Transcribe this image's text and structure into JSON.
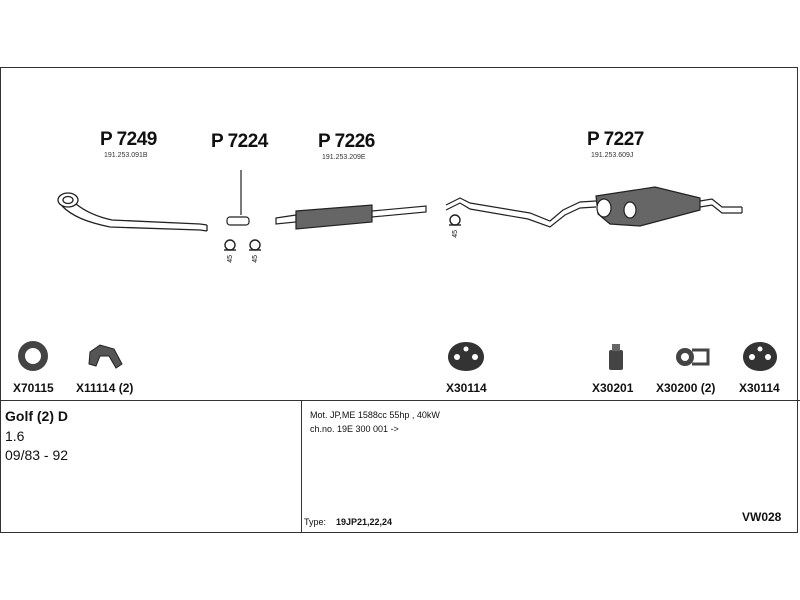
{
  "parts": [
    {
      "code": "P 7249",
      "ref": "191.253.091B"
    },
    {
      "code": "P 7224",
      "ref": ""
    },
    {
      "code": "P 7226",
      "ref": "191.253.209E"
    },
    {
      "code": "P 7227",
      "ref": "191.253.609J"
    }
  ],
  "clamp_angles": [
    "45",
    "45",
    "45"
  ],
  "accessories": [
    {
      "code": "X70115"
    },
    {
      "code": "X11114 (2)"
    },
    {
      "code": "X30114"
    },
    {
      "code": "X30201"
    },
    {
      "code": "X30200 (2)"
    },
    {
      "code": "X30114"
    }
  ],
  "vehicle": {
    "model": "Golf (2) D",
    "engine_size": "1.6",
    "years": "09/83 - 92"
  },
  "details": {
    "motor": "Mot. JP,ME 1588cc 55hp , 40kW",
    "chassis": "ch.no. 19E 300 001 ->",
    "type_label": "Type:",
    "type_value": "19JP21,22,24",
    "catalog_code": "VW028"
  },
  "colors": {
    "line": "#222222",
    "fill_dark": "#333333",
    "fill_mid": "#777777"
  }
}
